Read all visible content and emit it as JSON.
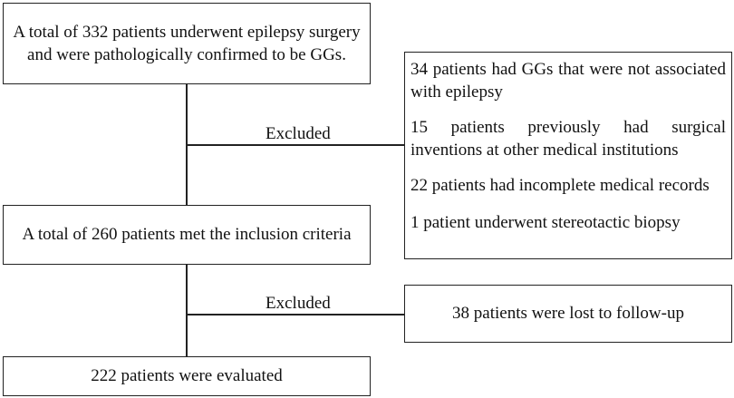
{
  "flowchart": {
    "top_box": "A total of 332 patients underwent epilepsy surgery and were pathologically confirmed to be GGs.",
    "middle_box": "A total of 260 patients met the inclusion criteria",
    "bottom_box": "222 patients were evaluated",
    "exclusion_1": {
      "label": "Excluded",
      "items": [
        "34 patients had GGs that were not associated with epilepsy",
        "15 patients previously had surgical inventions at other medical institutions",
        "22 patients had incomplete medical records",
        "1 patient underwent stereotactic biopsy"
      ]
    },
    "exclusion_2": {
      "label": "Excluded",
      "items": [
        "38 patients were lost to follow-up"
      ]
    }
  }
}
